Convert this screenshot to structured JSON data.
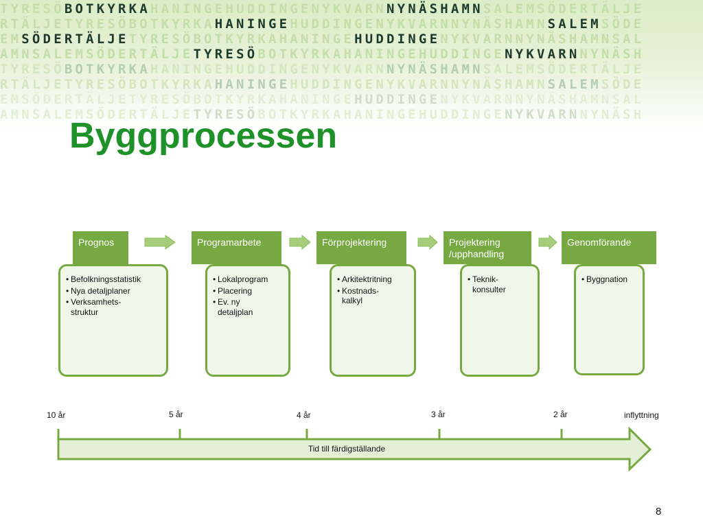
{
  "banner": {
    "rows": [
      [
        {
          "t": "TYRESÖ",
          "h": false
        },
        {
          "t": "BOTKYRKA",
          "h": true
        },
        {
          "t": "HANINGEHUDDINGENYKVARN",
          "h": false
        },
        {
          "t": "NYNÄSHAMN",
          "h": true
        },
        {
          "t": "SALEMSÖDERTÄLJE",
          "h": false
        }
      ],
      [
        {
          "t": "RTÄLJETYRESÖBOTKYRKA",
          "h": false
        },
        {
          "t": "HANINGE",
          "h": true
        },
        {
          "t": "HUDDINGENYKVARNNYNÄSHAMN",
          "h": false
        },
        {
          "t": "SALEM",
          "h": true
        },
        {
          "t": "SÖDE",
          "h": false
        }
      ],
      [
        {
          "t": "EM",
          "h": false
        },
        {
          "t": "SÖDERTÄLJE",
          "h": true
        },
        {
          "t": "TYRESÖBOTKYRKAHANINGE",
          "h": false
        },
        {
          "t": "HUDDINGE",
          "h": true
        },
        {
          "t": "NYKVARNNYNÄSHAMNSAL",
          "h": false
        }
      ],
      [
        {
          "t": "AMNSALEMSÖDERTÄLJE",
          "h": false
        },
        {
          "t": "TYRESÖ",
          "h": true
        },
        {
          "t": "BOTKYRKAHANINGEHUDDINGE",
          "h": false
        },
        {
          "t": "NYKVARN",
          "h": true
        },
        {
          "t": "NYNÄSH",
          "h": false
        }
      ],
      [
        {
          "t": "TYRESÖ",
          "h": false
        },
        {
          "t": "BOTKYRKA",
          "h": true
        },
        {
          "t": "HANINGEHUDDINGENYKVARN",
          "h": false
        },
        {
          "t": "NYNÄSHAMN",
          "h": true
        },
        {
          "t": "SALEMSÖDERTÄLJE",
          "h": false
        }
      ],
      [
        {
          "t": "RTÄLJETYRESÖBOTKYRKA",
          "h": false
        },
        {
          "t": "HANINGE",
          "h": true
        },
        {
          "t": "HUDDINGENYKVARNNYNÄSHAMN",
          "h": false
        },
        {
          "t": "SALEM",
          "h": true
        },
        {
          "t": "SÖDE",
          "h": false
        }
      ],
      [
        {
          "t": "EMSÖDERTÄLJETYRESÖBOTKYRKAHANINGE",
          "h": false
        },
        {
          "t": "HUDDINGE",
          "h": true
        },
        {
          "t": "NYKVARNNYNÄSHAMNSAL",
          "h": false
        }
      ],
      [
        {
          "t": "AMNSALEMSÖDERTÄLJE",
          "h": false
        },
        {
          "t": "TYRESÖ",
          "h": true
        },
        {
          "t": "BOTKYRKAHANINGEHUDDINGE",
          "h": false
        },
        {
          "t": "NYKVARN",
          "h": true
        },
        {
          "t": "NYNÄSH",
          "h": false
        }
      ]
    ]
  },
  "title": "Byggprocessen",
  "steps": [
    {
      "header": "Prognos",
      "items": [
        "Befolkningsstatistik",
        "Nya detaljplaner",
        "Verksamhets-\nstruktur"
      ]
    },
    {
      "header": "Programarbete",
      "items": [
        "Lokalprogram",
        "Placering",
        "Ev. ny\ndetaljplan"
      ]
    },
    {
      "header": "Förprojektering",
      "items": [
        "Arkitektritning",
        "Kostnads-\nkalkyl"
      ]
    },
    {
      "header": "Projektering\n/upphandling",
      "items": [
        "Teknik-\nkonsulter"
      ]
    },
    {
      "header": "Genomförande",
      "items": [
        "Byggnation"
      ]
    }
  ],
  "timeline": {
    "caption": "Tid till färdigställande",
    "ticks": [
      "10 år",
      "5 år",
      "4 år",
      "3 år",
      "2 år",
      "inflyttning"
    ]
  },
  "colors": {
    "accent_green": "#77a942",
    "title_green": "#1e9128",
    "box_fill": "#f1f6ea",
    "arrow_fill": "#a6cd7b",
    "timeline_fill": "#e4efd7"
  },
  "page_number": "8"
}
